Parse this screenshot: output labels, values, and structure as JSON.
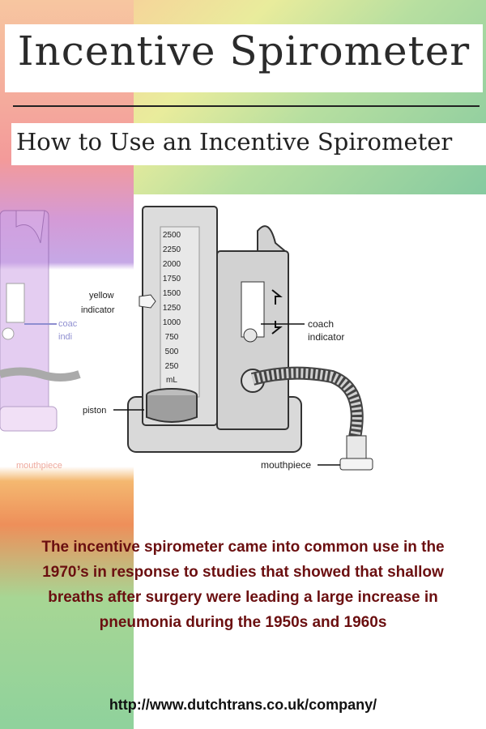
{
  "title": "Incentive Spirometer",
  "subtitle": "How to Use an Incentive Spirometer",
  "diagram": {
    "scale_unit": "mL",
    "scale_values": [
      "2500",
      "2250",
      "2000",
      "1750",
      "1500",
      "1250",
      "1000",
      "750",
      "500",
      "250"
    ],
    "label_yellow_line1": "yellow",
    "label_yellow_line2": "indicator",
    "label_coach_line1": "coach",
    "label_coach_line2": "indicator",
    "label_piston": "piston",
    "label_mouthpiece": "mouthpiece",
    "ghost_coach_line1": "coac",
    "ghost_coach_line2": "indi",
    "ghost_mouthpiece": "mouthpiece"
  },
  "caption_lines": [
    "The incentive spirometer came into common use in the",
    "1970’s in response to studies that showed that shallow",
    "breaths after surgery were leading a large increase in",
    "pneumonia during the 1950s and 1960s"
  ],
  "url": "http://www.dutchtrans.co.uk/company/",
  "colors": {
    "caption": "#6b0f10",
    "ghost_label": "#3333aa",
    "ghost_mouthpiece": "#e0604a"
  }
}
